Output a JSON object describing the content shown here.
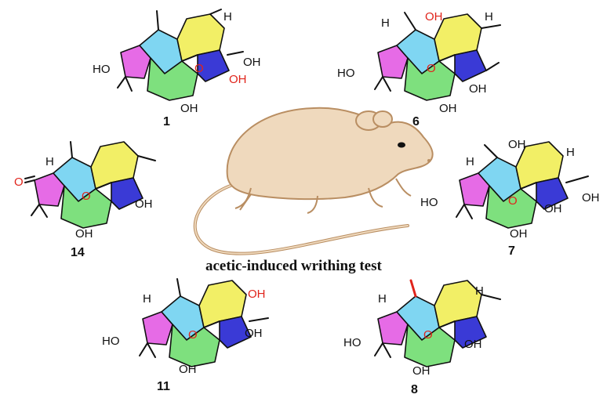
{
  "caption": "acetic-induced writhing test",
  "colors": {
    "cyclopentane": "#e66be6",
    "pyranose": "#7fd6f2",
    "cyclohexane_upper": "#f2ef66",
    "cyclohexane_lower": "#7ee07e",
    "bridge": "#3a3ad6",
    "mouse_body": "#efd9bd",
    "mouse_outline": "#b98e62",
    "heteroatom_red": "#e0241b"
  },
  "compounds": [
    {
      "id": "1",
      "labels": {
        "oh_left": "HO",
        "oh_bottom": "OH",
        "oh_right": "OH",
        "oh_red": "OH",
        "ring_o": "O"
      }
    },
    {
      "id": "6",
      "labels": {
        "h": "H",
        "oh_top": "OH",
        "h_right": "H",
        "oh_left": "HO",
        "oh_bottom": "OH",
        "oh_right": "OH",
        "ring_o": "O"
      }
    },
    {
      "id": "14",
      "labels": {
        "h": "H",
        "ketone_o": "O",
        "oh_bottom": "OH",
        "oh_right": "OH",
        "ring_o": "O"
      }
    },
    {
      "id": "7",
      "labels": {
        "h": "H",
        "oh_top": "OH",
        "h_right": "H",
        "oh_left": "HO",
        "oh_bottom": "OH",
        "oh_right": "OH",
        "oh_right2": "OH",
        "ring_o": "O"
      }
    },
    {
      "id": "11",
      "labels": {
        "h": "H",
        "oh_top_red": "OH",
        "oh_left": "HO",
        "oh_bottom": "OH",
        "oh_right": "OH",
        "ring_o": "O"
      }
    },
    {
      "id": "8",
      "labels": {
        "h": "H",
        "h_right": "H",
        "oh_left": "HO",
        "oh_bottom": "OH",
        "oh_right": "OH",
        "ring_o": "O"
      }
    }
  ]
}
